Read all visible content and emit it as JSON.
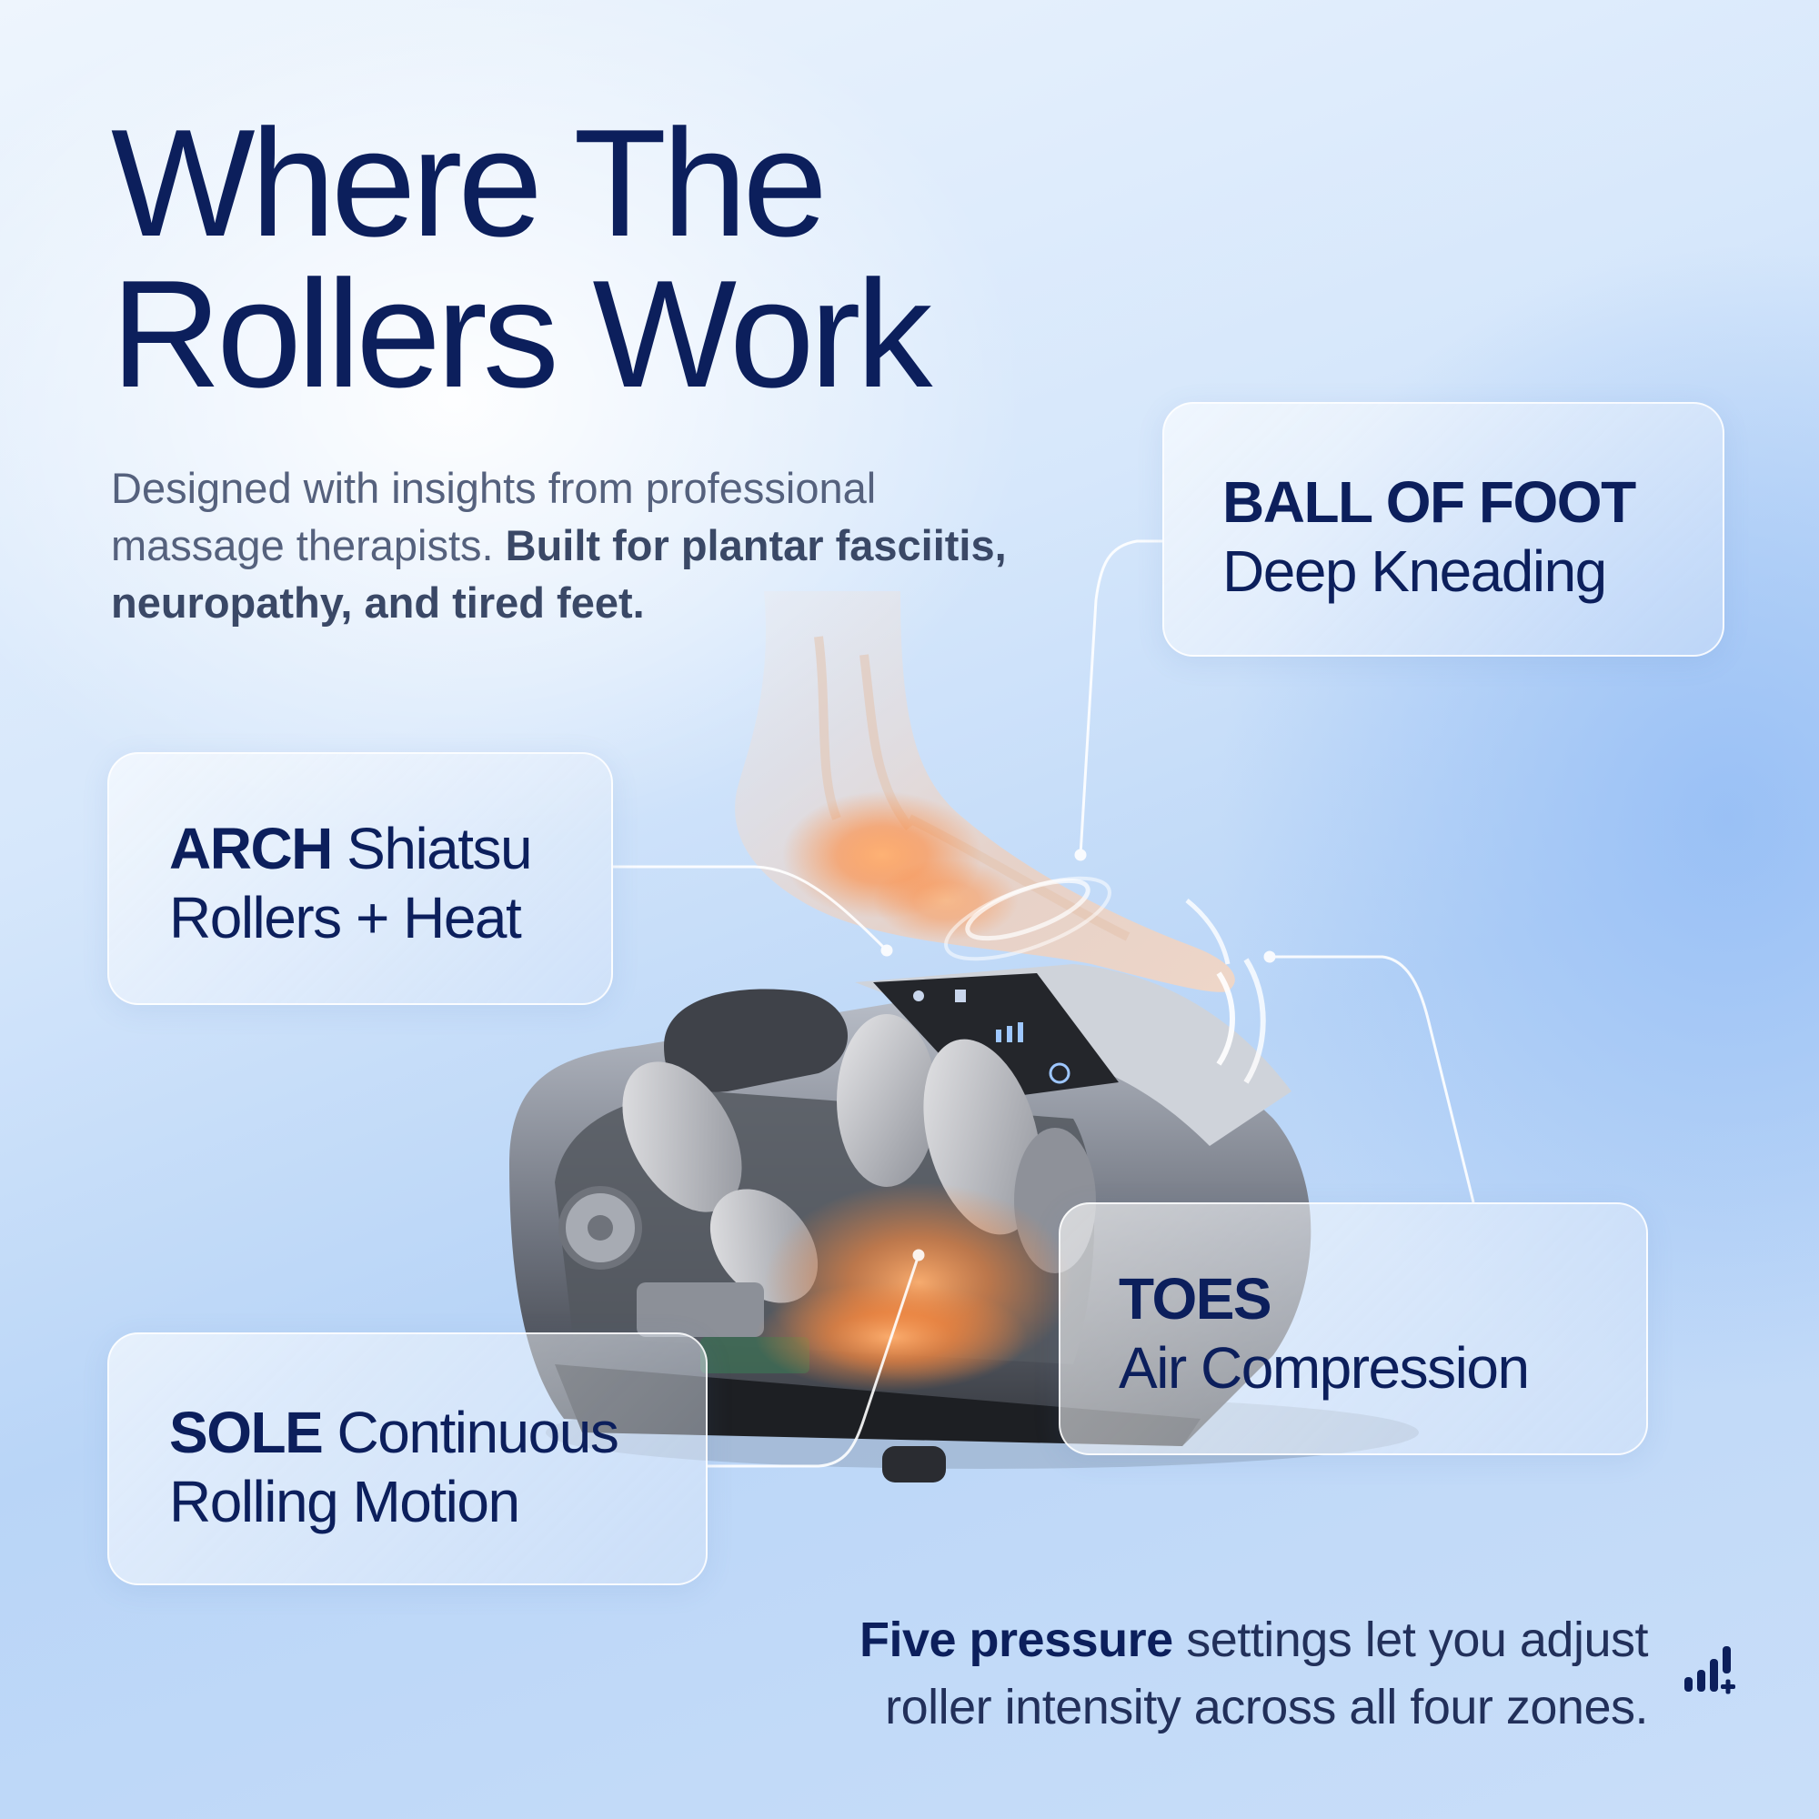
{
  "headline": {
    "line1": "Where The",
    "line2": "Rollers Work"
  },
  "intro": {
    "regular": "Designed with insights from professional massage therapists. ",
    "bold": "Built for plantar fasciitis, neuropathy, and tired feet."
  },
  "zones": {
    "ball_of_foot": {
      "zone": "BALL OF FOOT",
      "feature": "Deep Kneading"
    },
    "arch": {
      "zone": "ARCH",
      "feature_line1": "Shiatsu",
      "feature_line2": "Rollers + Heat"
    },
    "toes": {
      "zone": "TOES",
      "feature": "Air Compression"
    },
    "sole": {
      "zone": "SOLE",
      "feature_line1": "Continuous",
      "feature_line2": "Rolling Motion"
    }
  },
  "footer": {
    "bold": "Five pressure",
    "rest_line1": " settings let you adjust",
    "line2": "roller intensity across all four zones."
  },
  "icons": {
    "pressure": "signal-bars-plus-icon"
  },
  "colors": {
    "navy": "#0c1f5c",
    "heat": "#ff8a3d",
    "background": "#d6e7fb"
  }
}
